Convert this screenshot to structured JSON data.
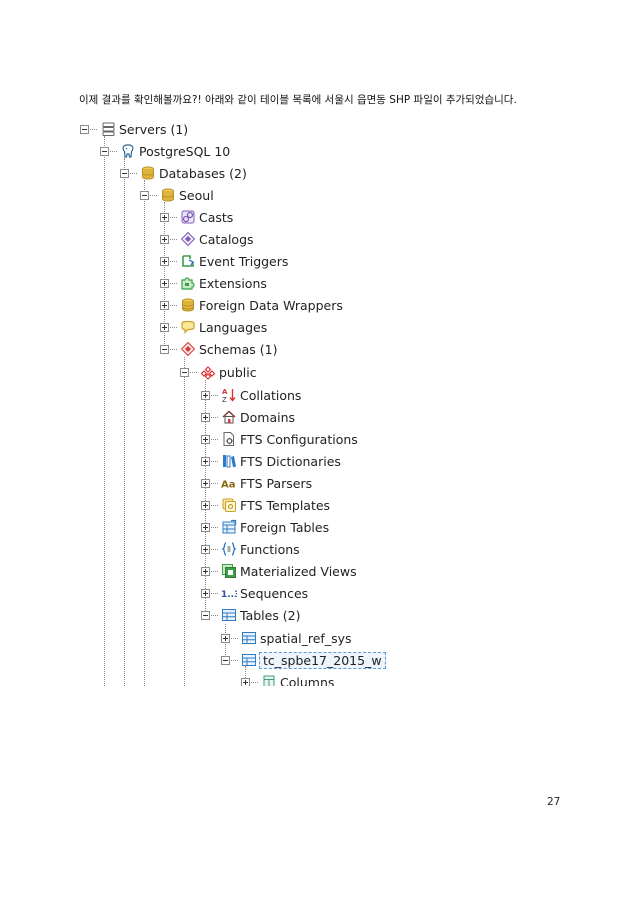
{
  "intro_text": "이제 결과를 확인해볼까요?! 아래와 같이 테이블 목록에 서울시 읍면동 SHP 파일이 추가되었습니다.",
  "page_number": "27",
  "tree": {
    "servers": "Servers (1)",
    "postgres": "PostgreSQL 10",
    "databases": "Databases (2)",
    "seoul": "Seoul",
    "casts": "Casts",
    "catalogs": "Catalogs",
    "event_triggers": "Event Triggers",
    "extensions": "Extensions",
    "fdw": "Foreign Data Wrappers",
    "languages": "Languages",
    "schemas": "Schemas (1)",
    "public": "public",
    "collations": "Collations",
    "domains": "Domains",
    "fts_configurations": "FTS Configurations",
    "fts_dictionaries": "FTS Dictionaries",
    "fts_parsers": "FTS Parsers",
    "fts_templates": "FTS Templates",
    "foreign_tables": "Foreign Tables",
    "functions": "Functions",
    "materialized_views": "Materialized Views",
    "sequences": "Sequences",
    "tables": "Tables (2)",
    "spatial_ref_sys": "spatial_ref_sys",
    "tc_table": "tc_spbe17_2015_w",
    "columns": "Columns"
  },
  "colors": {
    "database": "#e0b43c",
    "purple": "#7d5bb8",
    "green": "#3a9e4a",
    "red": "#d93636",
    "blue": "#2f7bc4"
  }
}
